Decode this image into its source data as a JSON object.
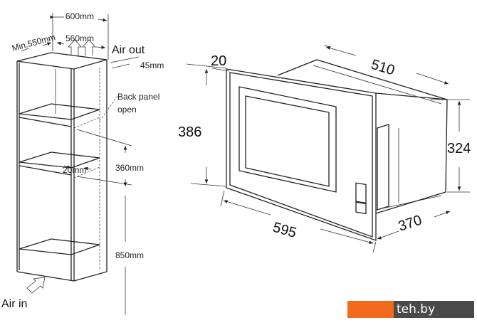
{
  "cabinet": {
    "width_600": "600mm",
    "depth_min": "Min.550mm",
    "inner_560": "560mm",
    "air_out": "Air out",
    "gap_45": "45mm",
    "back_panel_line1": "Back panel",
    "back_panel_line2": "open",
    "gap_20": "20mm",
    "height_360": "360mm",
    "height_850": "850mm",
    "air_in": "Air in"
  },
  "microwave": {
    "depth_frame": "20",
    "body_depth": "510",
    "front_height": "386",
    "body_height": "324",
    "front_width": "595",
    "body_width": "370"
  },
  "watermark": {
    "text": "teh.by",
    "accent": "#f26a1b"
  }
}
